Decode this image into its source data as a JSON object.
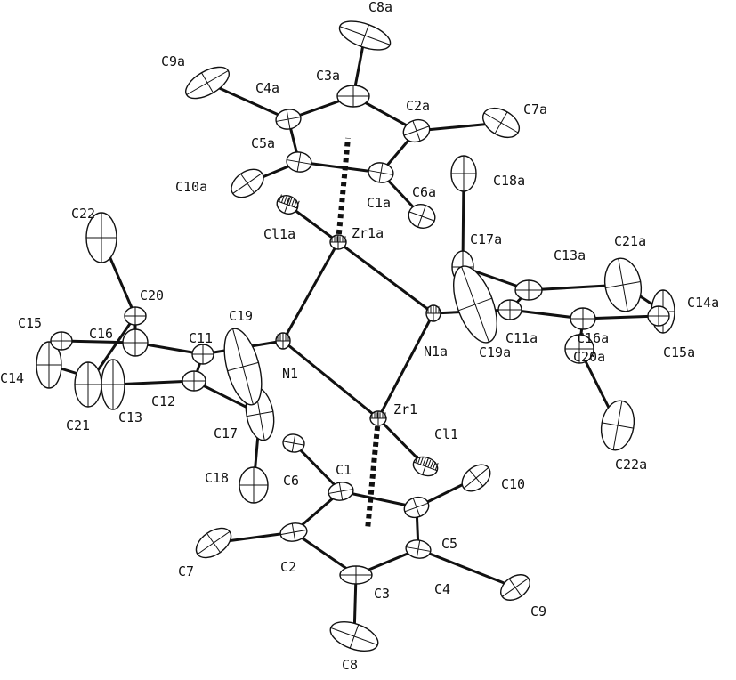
{
  "figure": {
    "type": "ORTEP molecular structure",
    "colors": {
      "line": "#111111",
      "background": "#ffffff"
    },
    "atoms": [
      {
        "id": "Zr1",
        "label": "Zr1"
      },
      {
        "id": "Zr1a",
        "label": "Zr1a"
      },
      {
        "id": "N1",
        "label": "N1"
      },
      {
        "id": "N1a",
        "label": "N1a"
      },
      {
        "id": "Cl1",
        "label": "Cl1"
      },
      {
        "id": "Cl1a",
        "label": "Cl1a"
      },
      {
        "id": "C1",
        "label": "C1"
      },
      {
        "id": "C2",
        "label": "C2"
      },
      {
        "id": "C3",
        "label": "C3"
      },
      {
        "id": "C4",
        "label": "C4"
      },
      {
        "id": "C5",
        "label": "C5"
      },
      {
        "id": "C6",
        "label": "C6"
      },
      {
        "id": "C7",
        "label": "C7"
      },
      {
        "id": "C8",
        "label": "C8"
      },
      {
        "id": "C9",
        "label": "C9"
      },
      {
        "id": "C10",
        "label": "C10"
      },
      {
        "id": "C11",
        "label": "C11"
      },
      {
        "id": "C12",
        "label": "C12"
      },
      {
        "id": "C13",
        "label": "C13"
      },
      {
        "id": "C14",
        "label": "C14"
      },
      {
        "id": "C15",
        "label": "C15"
      },
      {
        "id": "C16",
        "label": "C16"
      },
      {
        "id": "C17",
        "label": "C17"
      },
      {
        "id": "C18",
        "label": "C18"
      },
      {
        "id": "C19",
        "label": "C19"
      },
      {
        "id": "C20",
        "label": "C20"
      },
      {
        "id": "C21",
        "label": "C21"
      },
      {
        "id": "C22",
        "label": "C22"
      },
      {
        "id": "C1a",
        "label": "C1a"
      },
      {
        "id": "C2a",
        "label": "C2a"
      },
      {
        "id": "C3a",
        "label": "C3a"
      },
      {
        "id": "C4a",
        "label": "C4a"
      },
      {
        "id": "C5a",
        "label": "C5a"
      },
      {
        "id": "C6a",
        "label": "C6a"
      },
      {
        "id": "C7a",
        "label": "C7a"
      },
      {
        "id": "C8a",
        "label": "C8a"
      },
      {
        "id": "C9a",
        "label": "C9a"
      },
      {
        "id": "C10a",
        "label": "C10a"
      },
      {
        "id": "C11a",
        "label": "C11a"
      },
      {
        "id": "C13a",
        "label": "C13a"
      },
      {
        "id": "C14a",
        "label": "C14a"
      },
      {
        "id": "C15a",
        "label": "C15a"
      },
      {
        "id": "C16a",
        "label": "C16a"
      },
      {
        "id": "C17a",
        "label": "C17a"
      },
      {
        "id": "C18a",
        "label": "C18a"
      },
      {
        "id": "C19a",
        "label": "C19a"
      },
      {
        "id": "C20a",
        "label": "C20a"
      },
      {
        "id": "C21a",
        "label": "C21a"
      },
      {
        "id": "C22a",
        "label": "C22a"
      }
    ]
  }
}
